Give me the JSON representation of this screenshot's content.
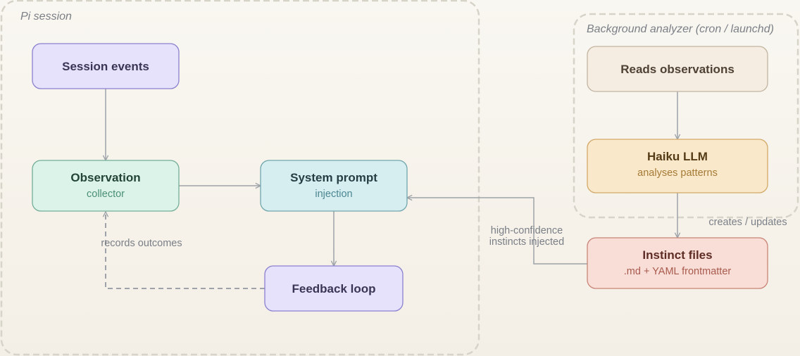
{
  "groups": {
    "pi_session": {
      "label": "Pi session"
    },
    "background_analyzer": {
      "label": "Background analyzer (cron / launchd)"
    }
  },
  "nodes": {
    "session_events": {
      "title": "Session events"
    },
    "observation": {
      "title": "Observation",
      "subtitle": "collector"
    },
    "system_prompt": {
      "title": "System prompt",
      "subtitle": "injection"
    },
    "feedback_loop": {
      "title": "Feedback loop"
    },
    "reads_observations": {
      "title": "Reads observations"
    },
    "haiku_llm": {
      "title": "Haiku LLM",
      "subtitle": "analyses patterns"
    },
    "instinct_files": {
      "title": "Instinct files",
      "subtitle": ".md + YAML frontmatter"
    }
  },
  "edges": {
    "records_outcomes": "records outcomes",
    "high_confidence_1": "high-confidence",
    "high_confidence_2": "instincts injected",
    "creates_updates": "creates / updates"
  },
  "colors": {
    "edge": "#9da3a8",
    "group_border": "#d6d3c9",
    "purple_fill": "#e6e2fc",
    "purple_stroke": "#8a80cf",
    "purple_text": "#3a3554",
    "green_fill": "#dcf3ea",
    "green_stroke": "#73ae98",
    "green_title": "#234437",
    "green_sub": "#4b8f76",
    "teal_fill": "#d7eef1",
    "teal_stroke": "#6fa6ac",
    "teal_title": "#253e44",
    "teal_sub": "#4b8690",
    "beige_fill": "#f5ede2",
    "beige_stroke": "#c2b4a0",
    "beige_text": "#4f4234",
    "yellow_fill": "#f9e8c9",
    "yellow_stroke": "#d4a868",
    "yellow_title": "#553c17",
    "yellow_sub": "#a67a36",
    "red_fill": "#f9ded8",
    "red_stroke": "#c98476",
    "red_title": "#5d2c24",
    "red_sub": "#a85a4c"
  }
}
